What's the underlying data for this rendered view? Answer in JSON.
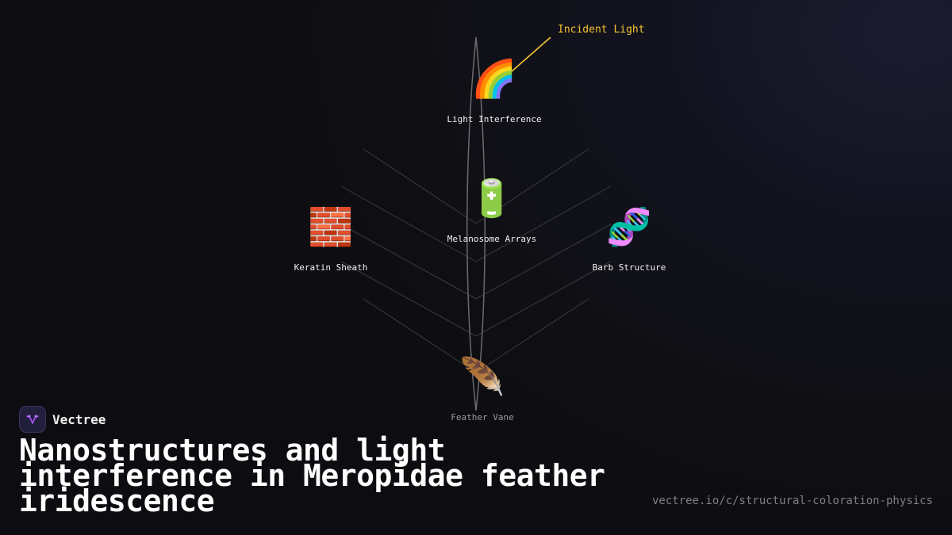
{
  "brand": {
    "name": "Vectree"
  },
  "title": "Nanostructures and light interference in Meropidae feather iridescence",
  "footer": {
    "url": "vectree.io/c/structural-coloration-physics"
  },
  "annotation": {
    "label": "Incident Light",
    "color": "#f5c431"
  },
  "nodes": [
    {
      "id": "light-interference",
      "label": "Light Interference",
      "icon": "rainbow-icon",
      "glyph": "🌈"
    },
    {
      "id": "melanosome-arrays",
      "label": "Melanosome Arrays",
      "icon": "battery-icon",
      "glyph": "🔋"
    },
    {
      "id": "keratin-sheath",
      "label": "Keratin Sheath",
      "icon": "brick-icon",
      "glyph": "🧱"
    },
    {
      "id": "barb-structure",
      "label": "Barb Structure",
      "icon": "dna-icon",
      "glyph": "🧬"
    },
    {
      "id": "feather-vane",
      "label": "Feather Vane",
      "icon": "feather-icon",
      "glyph": "🪶"
    }
  ],
  "colors": {
    "accent": "#f5c431",
    "background": "#0f0f14",
    "brand": "#8b5cf6"
  }
}
